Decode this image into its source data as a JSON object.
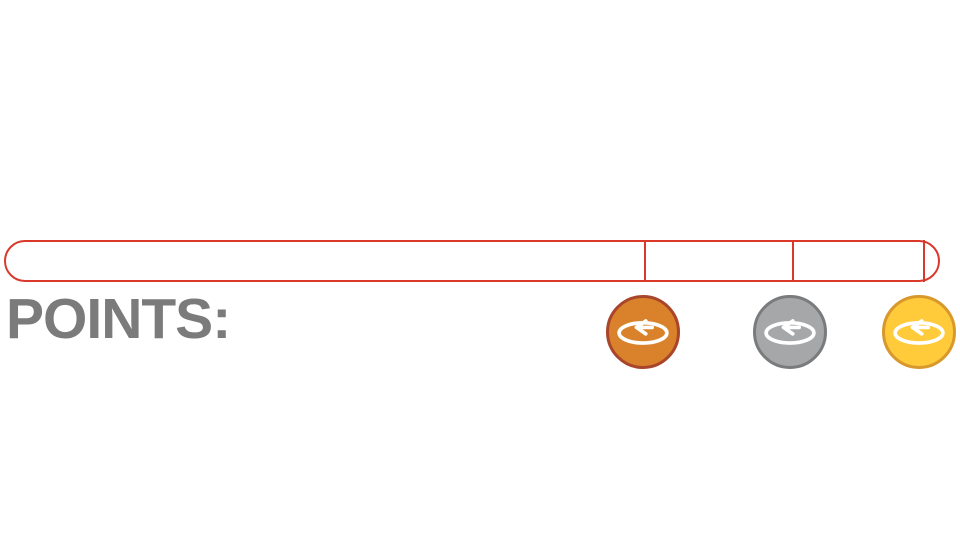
{
  "score": {
    "label": "POINTS:",
    "value": "",
    "progress_fraction": 0
  },
  "milestones": [
    {
      "tier": "bronze",
      "icon": "replay-arrow-icon",
      "fill_color": "#d9822b",
      "border_color": "#a8452a"
    },
    {
      "tier": "silver",
      "icon": "replay-arrow-icon",
      "fill_color": "#a6a7a9",
      "border_color": "#7a7b7d"
    },
    {
      "tier": "gold",
      "icon": "replay-arrow-icon",
      "fill_color": "#ffcb3b",
      "border_color": "#d9982b"
    }
  ],
  "colors": {
    "track_border": "#d9382b",
    "label_text": "#7b7b7b",
    "icon_stroke": "#ffffff"
  }
}
